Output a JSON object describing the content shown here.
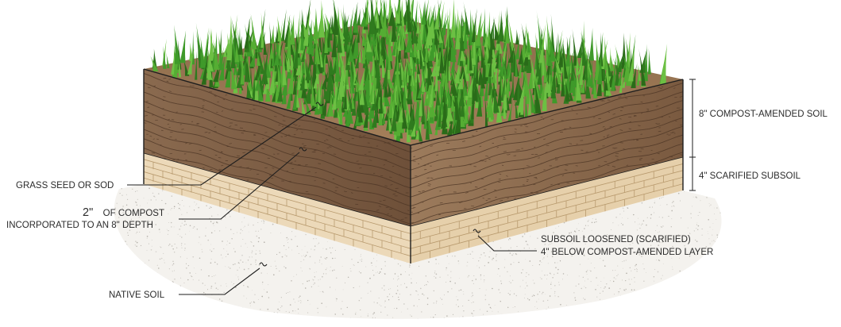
{
  "labels": {
    "grass": "GRASS SEED OR SOD",
    "compost_amount": "2\"",
    "compost_amount_rest": "OF COMPOST",
    "compost_depth": "INCORPORATED TO AN 8\" DEPTH",
    "native_soil": "NATIVE SOIL",
    "dim_top": "8\" COMPOST-AMENDED SOIL",
    "dim_bottom": "4\" SCARIFIED SUBSOIL",
    "subsoil_line1": "SUBSOIL LOOSENED (SCARIFIED)",
    "subsoil_line2": "4\" BELOW COMPOST-AMENDED LAYER"
  },
  "colors": {
    "grass_dark": "#2f7a1e",
    "grass_mid": "#3f9a2a",
    "grass_light": "#6cc043",
    "soil_dark": "#6e4f36",
    "soil_light": "#a9896c",
    "subsoil": "#ead7b7",
    "native": "#f3f1ec",
    "line": "#1e1e1e"
  }
}
